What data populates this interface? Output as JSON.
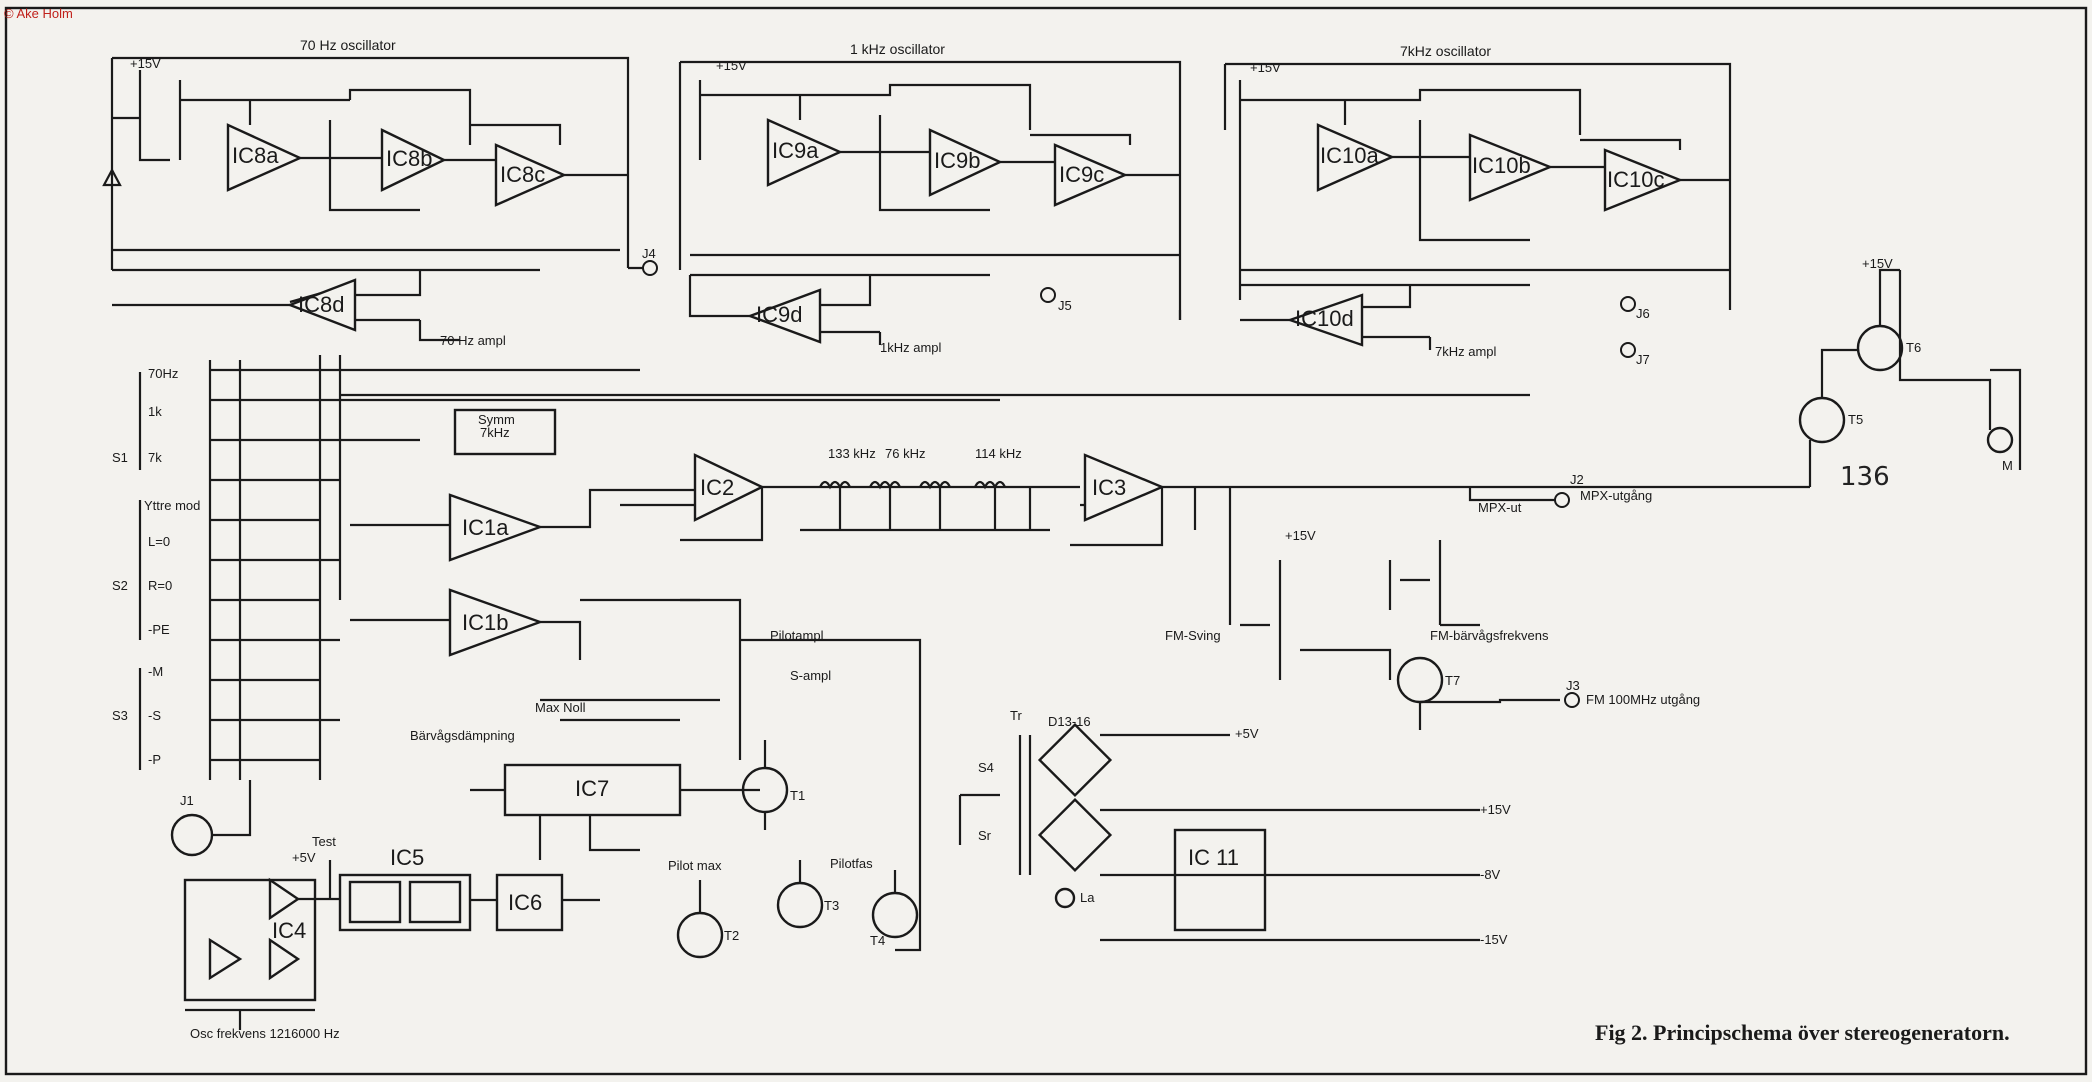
{
  "copyright": "© Ake Holm",
  "caption": "Fig 2. Principschema över stereogeneratorn.",
  "handwritten_note": "136",
  "oscillators": [
    {
      "title": "70 Hz oscillator",
      "opamps": [
        "IC8a",
        "IC8b",
        "IC8c",
        "IC8d"
      ],
      "amp_label": "70 Hz ampl",
      "jack": "J4"
    },
    {
      "title": "1 kHz oscillator",
      "opamps": [
        "IC9a",
        "IC9b",
        "IC9c",
        "IC9d"
      ],
      "amp_label": "1kHz ampl",
      "jack": "J5"
    },
    {
      "title": "7kHz oscillator",
      "opamps": [
        "IC10a",
        "IC10b",
        "IC10c",
        "IC10d"
      ],
      "amp_label": "7kHz ampl",
      "jack": "J6"
    }
  ],
  "ics": {
    "ic1a": "IC1a",
    "ic1b": "IC1b",
    "ic2": "IC2",
    "ic3": "IC3",
    "ic4": "IC4",
    "ic5": "IC5",
    "ic6": "IC6",
    "ic7": "IC7",
    "ic11": "IC 11"
  },
  "switches": {
    "s1": {
      "name": "S1",
      "positions": [
        "70Hz",
        "1k",
        "7k",
        "Yttre mod"
      ]
    },
    "s2": {
      "name": "S2",
      "positions": [
        "L=0",
        "R=0",
        "-PE"
      ]
    },
    "s3": {
      "name": "S3",
      "positions": [
        "-M",
        "-S",
        "-P"
      ]
    }
  },
  "filter": {
    "f1": "133 kHz",
    "f2": "76 kHz",
    "f3": "114 kHz"
  },
  "labels": {
    "symm": "Symm",
    "symm_freq": "7kHz",
    "pilotampl": "Pilotampl",
    "s_ampl": "S-ampl",
    "max_noll": "Max Noll",
    "barvag": "Bärvågsdämpning",
    "fm_sving": "FM-Sving",
    "fm_barvag": "FM-bärvågsfrekvens",
    "mpx_ut": "MPX-ut",
    "mpx_utgang": "MPX-utgång",
    "fm_utgang": "FM 100MHz utgång",
    "osc_freq": "Osc frekvens 1216000 Hz",
    "pilotfas": "Pilotfas",
    "pilot_max": "Pilot max",
    "test": "Test",
    "tr": "Tr",
    "d13_16": "D13-16",
    "sr": "Sr",
    "la": "La",
    "m": "M"
  },
  "rails": {
    "p15": "+15V",
    "p5": "+5V",
    "m8": "-8V",
    "m15": "-15V"
  },
  "jacks": {
    "j1": "J1",
    "j2": "J2",
    "j3": "J3",
    "j7": "J7"
  },
  "transistors": [
    "T1",
    "T2",
    "T3",
    "T4",
    "T5",
    "T6",
    "T7"
  ]
}
